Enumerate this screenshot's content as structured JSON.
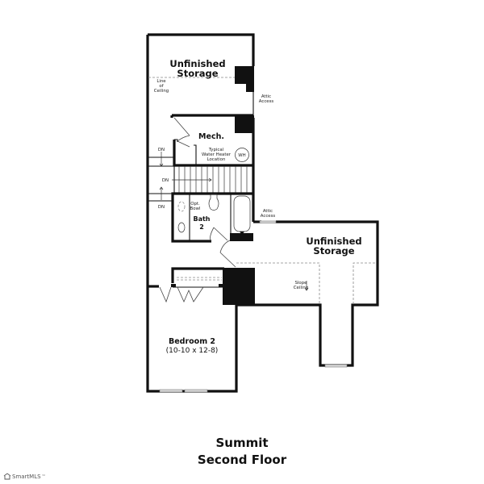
{
  "plan": {
    "model_name": "Summit",
    "floor_name": "Second Floor"
  },
  "rooms": {
    "storage_top": {
      "line1": "Unfinished",
      "line2": "Storage"
    },
    "line_of_ceiling": {
      "line1": "Line",
      "line2": "of",
      "line3": "Ceiling"
    },
    "attic_access_top": {
      "line1": "Attic",
      "line2": "Access"
    },
    "mech": {
      "label": "Mech."
    },
    "water_heater": {
      "line1": "Typical",
      "line2": "Water Heater",
      "line3": "Location",
      "symbol": "WH"
    },
    "stairs": {
      "dn_top": "DN",
      "dn_mid": "DN",
      "dn_bottom": "DN"
    },
    "bath": {
      "line1": "Bath",
      "line2": "2",
      "opt_line1": "Opt.",
      "opt_line2": "Bowl"
    },
    "attic_access_right": {
      "line1": "Attic",
      "line2": "Access"
    },
    "storage_right": {
      "line1": "Unfinished",
      "line2": "Storage"
    },
    "slope_ceiling": {
      "line1": "Slope",
      "line2": "Ceiling"
    },
    "bedroom": {
      "name": "Bedroom 2",
      "dimensions": "(10-10 x 12-8)"
    }
  },
  "watermark": {
    "text": "SmartMLS",
    "mark": "™",
    "icon": "house-icon"
  }
}
